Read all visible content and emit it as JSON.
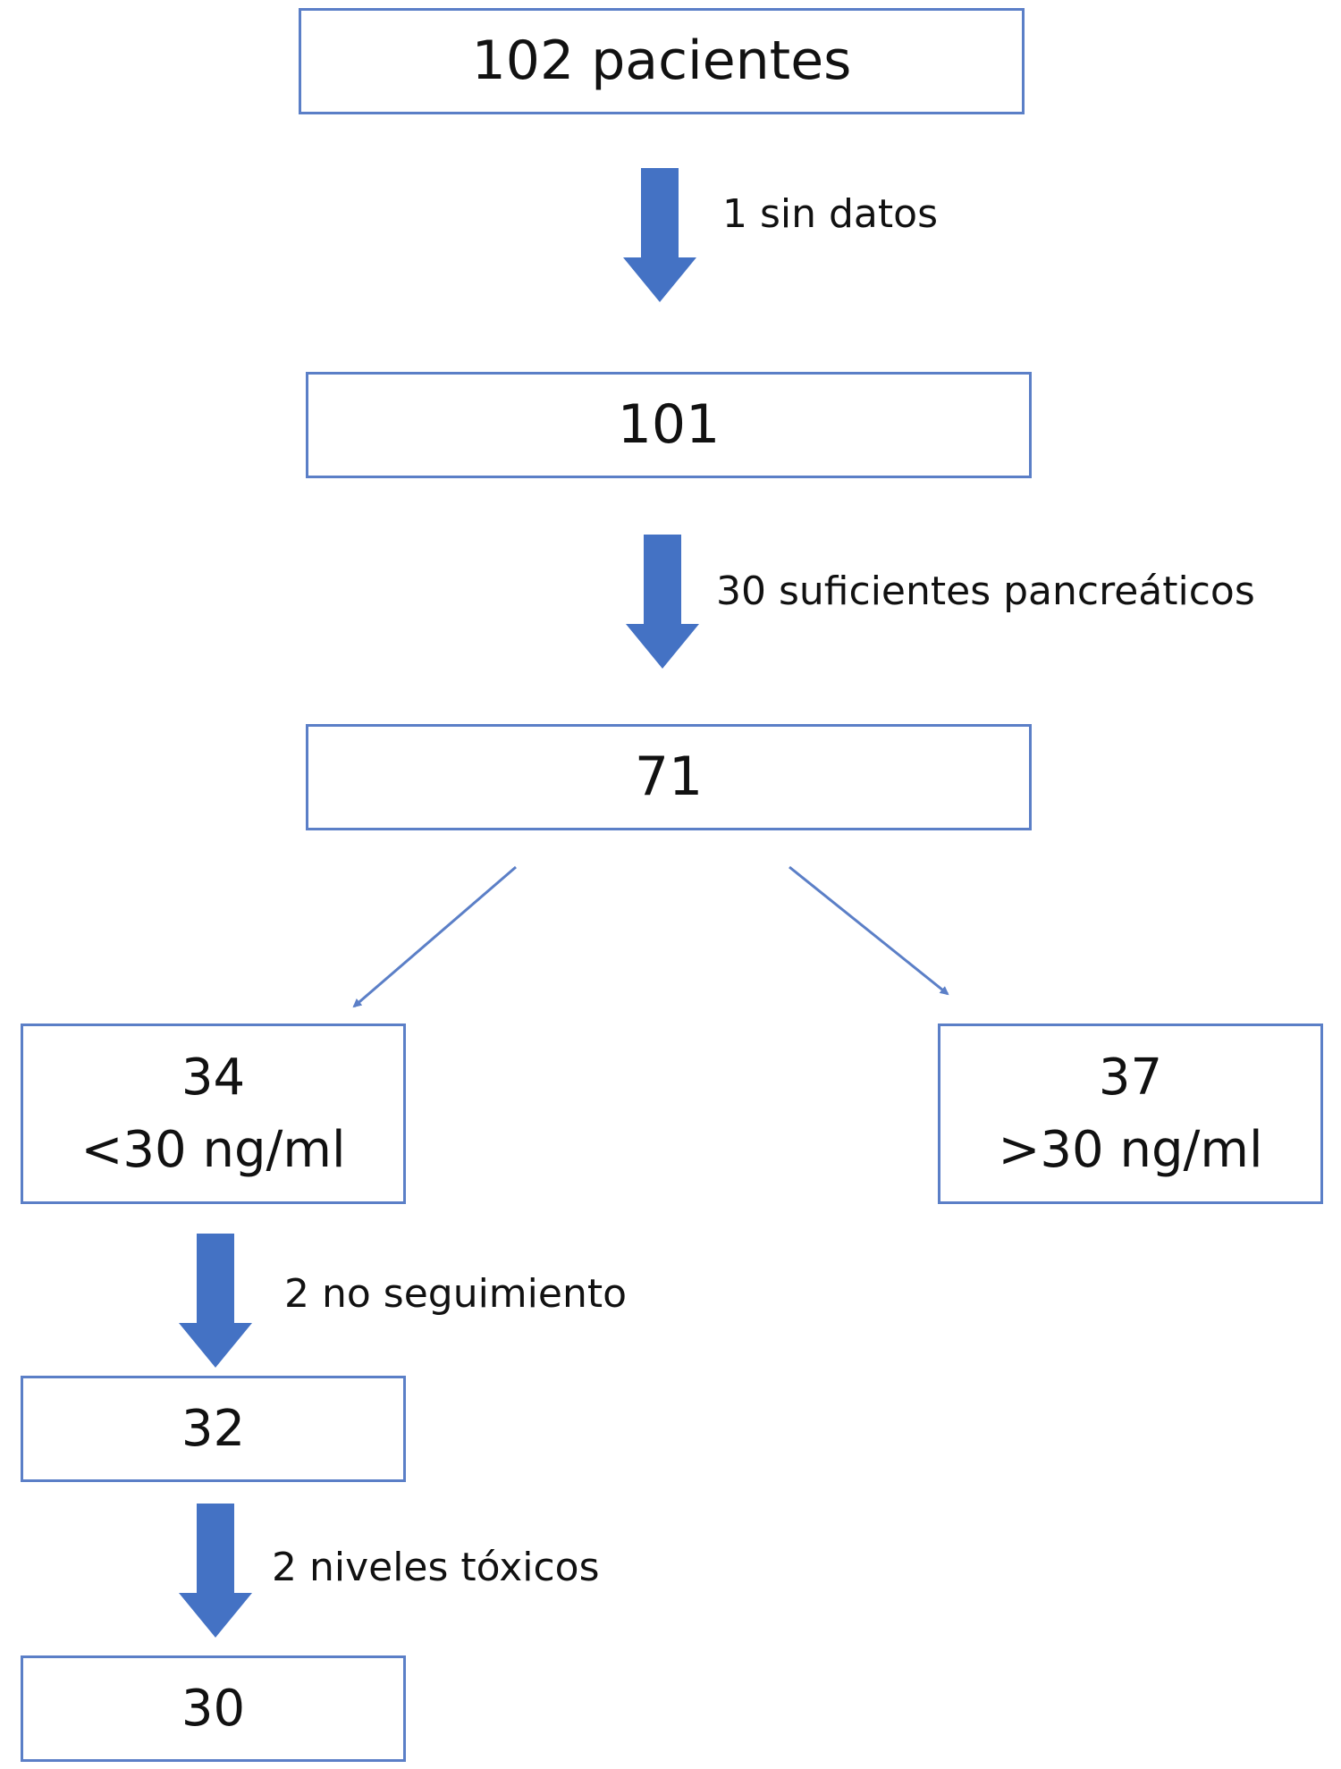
{
  "colors": {
    "box_border": "#5b7fc7",
    "arrow_fill": "#4472c4",
    "thin_arrow": "#5b7fc7",
    "text": "#111111"
  },
  "boxes": {
    "total": "102 pacientes",
    "after_missing": "101",
    "insufficient": "71",
    "low": {
      "count": "34",
      "range": "<30 ng/ml"
    },
    "high": {
      "count": "37",
      "range": ">30 ng/ml"
    },
    "followed": "32",
    "final": "30"
  },
  "steps": {
    "missing": "1 sin datos",
    "sufficient": "30 suficientes pancreáticos",
    "no_followup": "2 no seguimiento",
    "toxic": "2 niveles tóxicos"
  }
}
